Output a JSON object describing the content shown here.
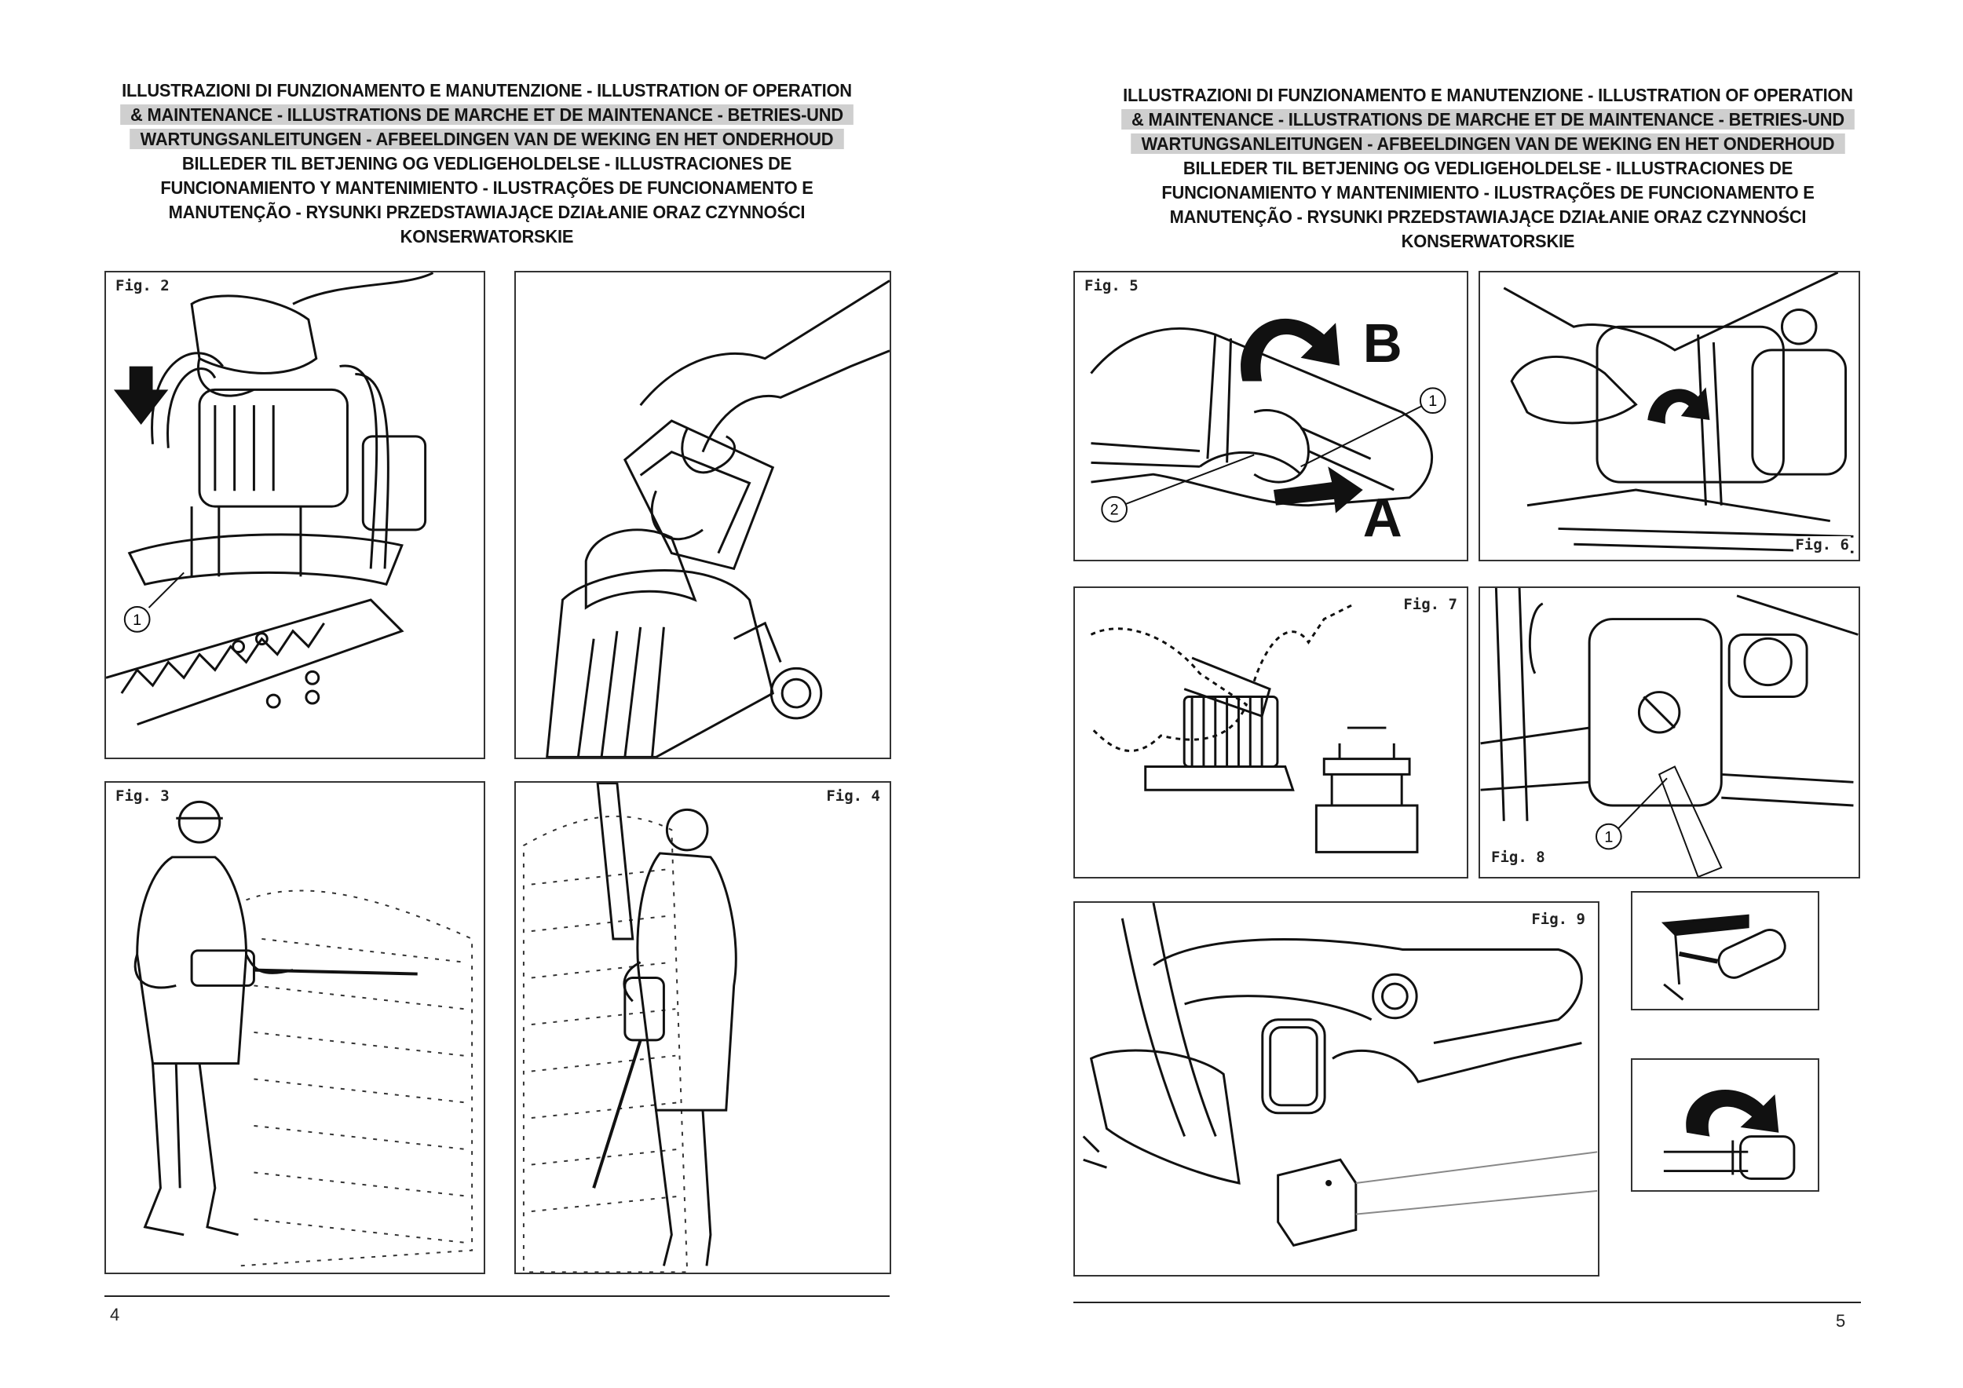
{
  "heading_lines": [
    "ILLUSTRAZIONI DI FUNZIONAMENTO E MANUTENZIONE - ILLUSTRATION OF OPERATION",
    "& MAINTENANCE - ILLUSTRATIONS DE MARCHE ET DE MAINTENANCE - BETRIES-UND",
    "WARTUNGSANLEITUNGEN - AFBEELDINGEN VAN DE WEKING EN HET ONDERHOUD",
    "BILLEDER TIL BETJENING OG VEDLIGEHOLDELSE - ILLUSTRACIONES DE",
    "FUNCIONAMIENTO Y MANTENIMIENTO - ILUSTRAÇÕES DE FUNCIONAMENTO E",
    "MANUTENÇÃO - RYSUNKI PRZEDSTAWIAJĄCE DZIAŁANIE ORAZ CZYNNOŚCI",
    "KONSERWATORSKIE"
  ],
  "left_page": {
    "page_number": "4",
    "figures": {
      "fig2": {
        "label": "Fig. 2",
        "callout": "1"
      },
      "fig3": {
        "label": "Fig. 3"
      },
      "fig4": {
        "label": "Fig. 4"
      }
    }
  },
  "right_page": {
    "page_number": "5",
    "figures": {
      "fig5": {
        "label": "Fig. 5",
        "callout_1": "1",
        "callout_2": "2",
        "arrow_a": "A",
        "arrow_b": "B"
      },
      "fig6": {
        "label": "Fig. 6"
      },
      "fig7": {
        "label": "Fig. 7"
      },
      "fig8": {
        "label": "Fig. 8",
        "callout": "1"
      },
      "fig9": {
        "label": "Fig. 9"
      }
    }
  },
  "icons": [
    "down-arrow-icon",
    "rotate-arrow-icon",
    "grease-gun-icon",
    "spark-plug-icon"
  ]
}
